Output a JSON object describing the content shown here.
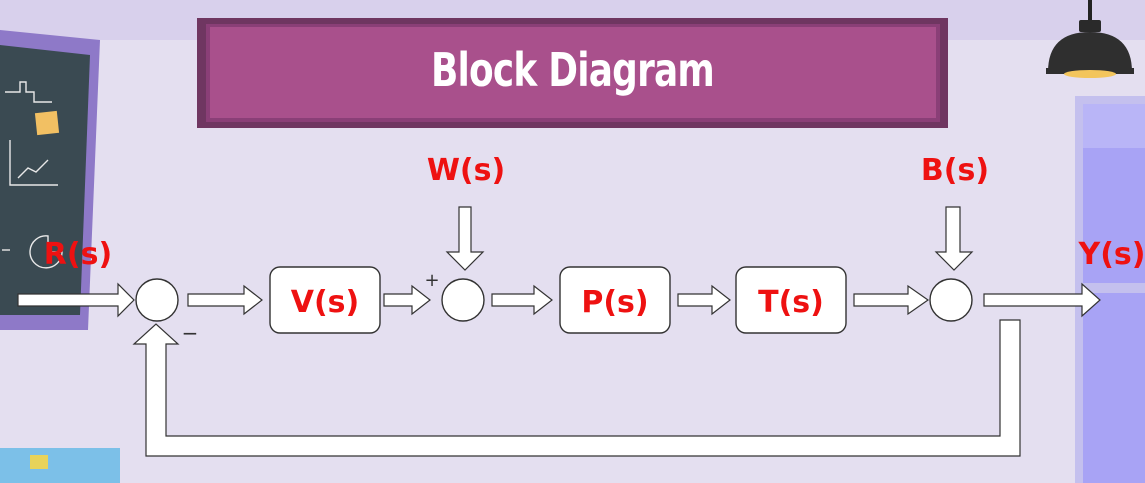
{
  "title": "Block Diagram",
  "signals": {
    "input": "R(s)",
    "output": "Y(s)",
    "disturbance_1": "W(s)",
    "disturbance_2": "B(s)"
  },
  "blocks": {
    "controller": "V(s)",
    "plant": "P(s)",
    "transfer": "T(s)"
  },
  "summing_signs": {
    "feedback_minus": "−",
    "disturbance_plus": "+"
  },
  "colors": {
    "background": "#e4dff0",
    "title_banner": "#a9508c",
    "label": "#ee1111",
    "window_glass": "#a8a3f5"
  }
}
